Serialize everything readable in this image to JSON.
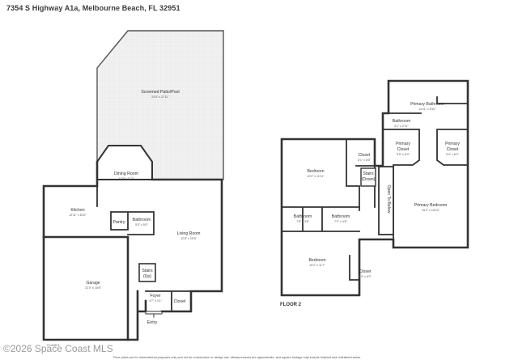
{
  "header": {
    "address": "7354 S Highway A1a, Melbourne Beach, FL 32951"
  },
  "floor1": {
    "patio": {
      "name": "Screened Patio/Pool",
      "dims": "24'9\" x 27'11\""
    },
    "dining": {
      "name": "Dining Room",
      "dims": "11'8\" x 11'7\""
    },
    "kitchen": {
      "name": "Kitchen",
      "dims": "12'11\" x 8'10\""
    },
    "pantry": {
      "name": "Pantry"
    },
    "bathroom": {
      "name": "Bathroom",
      "dims": "5'0\" x 5'0\""
    },
    "living": {
      "name": "Living Room",
      "dims": "12'8\" x 20'5\""
    },
    "garage": {
      "name": "Garage",
      "dims": "21'0\" x 18'8\""
    },
    "stairs": {
      "name": "Stairs",
      "sub": "(Up)"
    },
    "foyer": {
      "name": "Foyer",
      "dims": "4'7\" x 4'1\""
    },
    "closet": {
      "name": "Closet"
    },
    "entry": "Entry",
    "label": "FLOOR 1"
  },
  "floor2": {
    "primary_bath": {
      "name": "Primary Bathroom",
      "dims": "14'11\" x 8'10\""
    },
    "bath_small": {
      "name": "Bathroom",
      "dims": "5'1\" x 2'11\""
    },
    "primary_closet_a": {
      "name": "Primary",
      "name2": "Closet",
      "dims": "5'5\" x 6'0\""
    },
    "primary_closet_b": {
      "name": "Primary",
      "name2": "Closet",
      "dims": "5'4\" x 6'2\""
    },
    "bedroom_a": {
      "name": "Bedroom",
      "dims": "10'3\" x 11'11\""
    },
    "closet_a": {
      "name": "Closet",
      "dims": "8'1\" x 8'5\""
    },
    "stairs": {
      "name": "Stairs",
      "sub": "(Down)"
    },
    "open_below": "Open To Below",
    "primary_bedroom": {
      "name": "Primary Bedroom",
      "dims": "15'2\" x 15'10\""
    },
    "bath_b": {
      "name": "Bathroom",
      "dims": "7'8\" x 4'8\""
    },
    "bath_c": {
      "name": "Bathroom",
      "dims": "7'2\" x 4'8\""
    },
    "bedroom_b": {
      "name": "Bedroom",
      "dims": "15'2\" x 11'7\""
    },
    "closet_b": {
      "name": "Closet",
      "dims": "5'3\" x 6'0\""
    },
    "label": "FLOOR 2"
  },
  "watermark": "©2026 Space Coast MLS",
  "footer": "Floor plans are for informational purposes only and not for construction or design use. Measurements are approximate, and square footage may include finished and unfinished areas."
}
